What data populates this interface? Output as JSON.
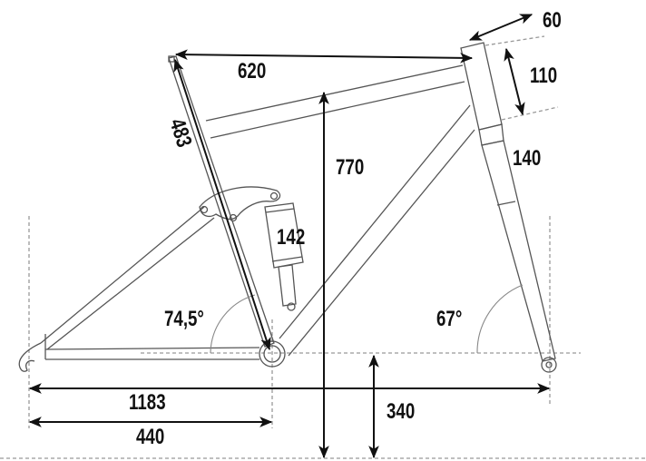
{
  "diagram": {
    "labels": {
      "top_tube": "620",
      "seat_tube": "483",
      "standover": "770",
      "head_tube": "140",
      "stack_offset": "110",
      "stem": "60",
      "shock": "142",
      "seat_angle": "74,5°",
      "head_angle": "67°",
      "wheelbase": "1183",
      "chainstay": "440",
      "bb_height": "340"
    },
    "colors": {
      "frame": "#555555",
      "dimension": "#111111",
      "guide": "#999999"
    }
  }
}
